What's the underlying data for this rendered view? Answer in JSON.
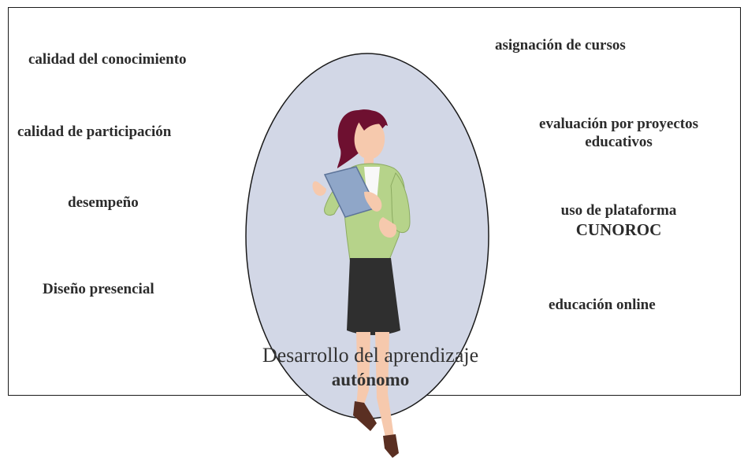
{
  "left_labels": [
    "calidad del conocimiento",
    "calidad de participación",
    "desempeño",
    "Diseño presencial"
  ],
  "right_labels": [
    "asignación de cursos",
    "evaluación por proyectos educativos",
    "uso de plataforma CUNOROC",
    "educación online"
  ],
  "right_label_lines": {
    "r2_line1": "evaluación por proyectos",
    "r2_line2": "educativos",
    "r3_line1": "uso de plataforma",
    "r3_line2": "CUNOROC"
  },
  "center_caption": {
    "line1": "Desarrollo del aprendizaje",
    "line2": "autónomo"
  },
  "colors": {
    "ellipse_fill": "#d2d7e6",
    "outline": "#1a1a1a",
    "hair": "#6e1030",
    "jacket": "#b6d38a",
    "skirt": "#2f2f2f",
    "skin": "#f6c9ad",
    "tablet": "#8fa6c8"
  }
}
